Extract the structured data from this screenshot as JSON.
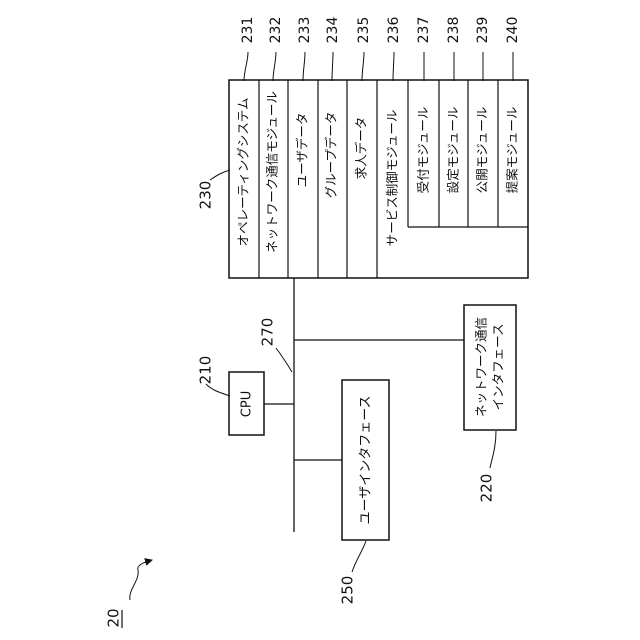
{
  "figure_ref": "20",
  "bus_ref": "270",
  "cpu": {
    "ref": "210",
    "label": "CPU"
  },
  "network_interface": {
    "ref": "220",
    "label_line1": "ネットワーク通信",
    "label_line2": "インタフェース"
  },
  "user_interface": {
    "ref": "250",
    "label": "ユーザインタフェース"
  },
  "storage": {
    "ref": "230",
    "columns": [
      {
        "ref": "231",
        "label": "オペレーティングシステム"
      },
      {
        "ref": "232",
        "label": "ネットワーク通信モジュール"
      },
      {
        "ref": "233",
        "label": "ユーザデータ"
      },
      {
        "ref": "234",
        "label": "グループデータ"
      },
      {
        "ref": "235",
        "label": "求人データ"
      },
      {
        "ref": "236",
        "label": "サービス制御モジュール"
      }
    ],
    "submodules": [
      {
        "ref": "237",
        "label": "受付モジュール"
      },
      {
        "ref": "238",
        "label": "設定モジュール"
      },
      {
        "ref": "239",
        "label": "公開モジュール"
      },
      {
        "ref": "240",
        "label": "提案モジュール"
      }
    ]
  }
}
